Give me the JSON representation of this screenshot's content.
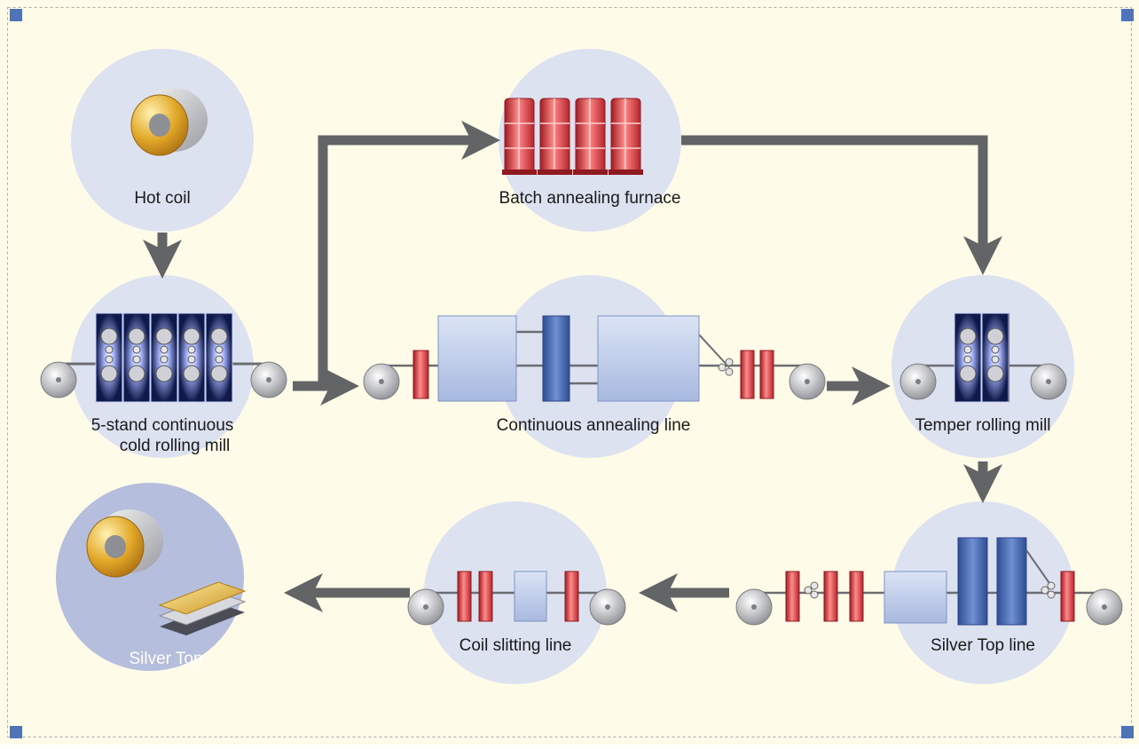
{
  "labels": {
    "hot_coil": "Hot coil",
    "cold_mill_line1": "5-stand continuous",
    "cold_mill_line2": "cold rolling mill",
    "batch_furnace": "Batch annealing furnace",
    "continuous_annealing": "Continuous annealing line",
    "temper_mill": "Temper rolling mill",
    "silver_top_line": "Silver Top line",
    "coil_slitting": "Coil slitting line",
    "silver_top": "Silver Top"
  },
  "colors": {
    "background": "#fffbe9",
    "circle": "#dde2f0",
    "circle_final": "#b5bedc",
    "arrow": "#636466",
    "red_unit": "#d9353a",
    "blue_box": "#c9d5ec",
    "dark_blue": "#3f62ae",
    "corner_marker": "#4f73b7"
  },
  "icons": [
    "coil-icon",
    "rolling-stand-icon",
    "furnace-icon",
    "roller-icon",
    "sheet-stack-icon"
  ]
}
